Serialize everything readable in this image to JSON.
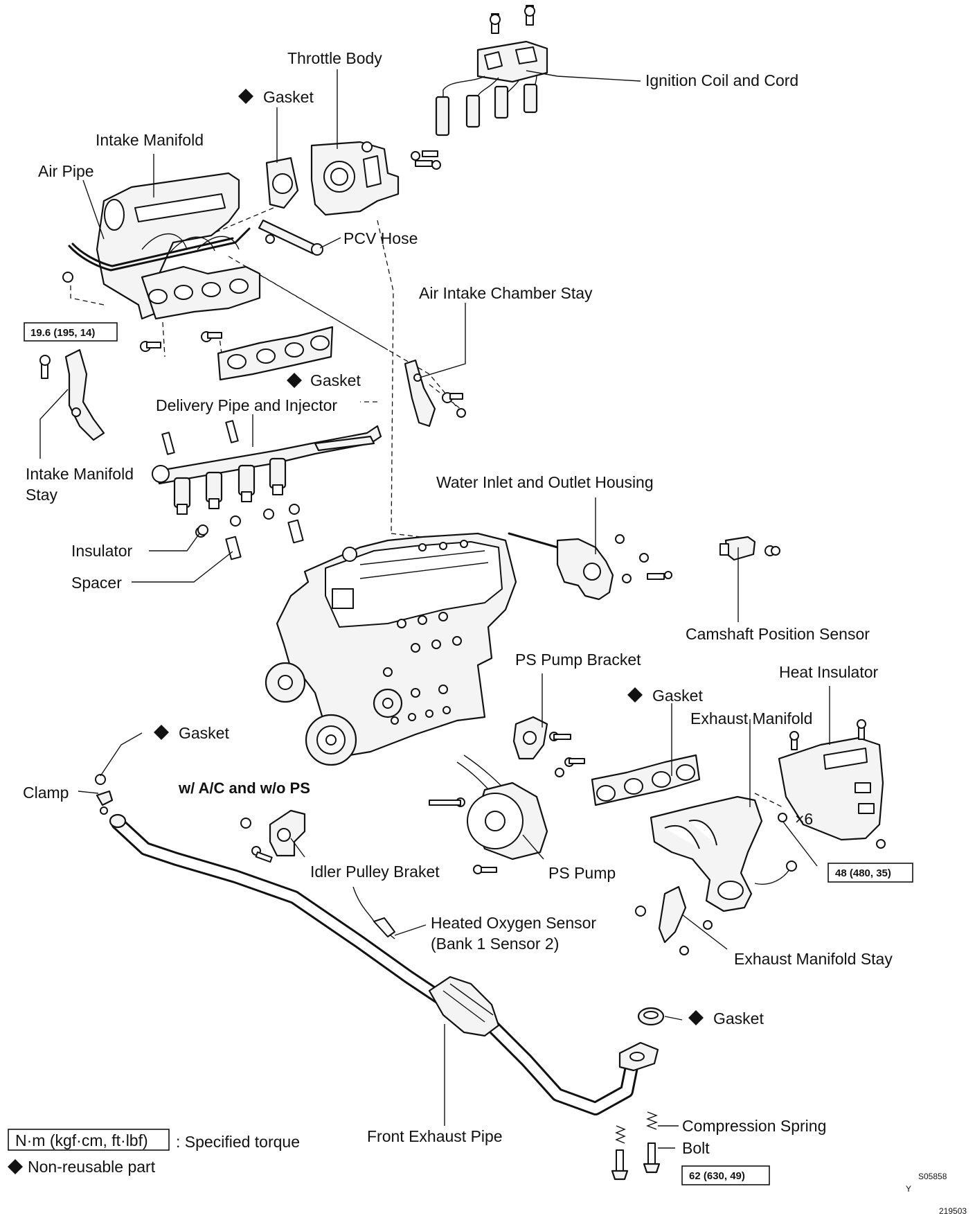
{
  "labels": {
    "throttle_body": "Throttle Body",
    "ignition_coil": "Ignition Coil and Cord",
    "gasket": "Gasket",
    "intake_manifold": "Intake Manifold",
    "air_pipe": "Air Pipe",
    "pcv_hose": "PCV Hose",
    "air_intake_chamber_stay": "Air Intake Chamber Stay",
    "delivery_pipe": "Delivery Pipe and Injector",
    "intake_manifold_stay_1": "Intake Manifold",
    "intake_manifold_stay_2": "Stay",
    "insulator": "Insulator",
    "spacer": "Spacer",
    "water_housing": "Water Inlet and Outlet Housing",
    "camshaft_sensor": "Camshaft Position Sensor",
    "ps_pump_bracket": "PS Pump Bracket",
    "heat_insulator": "Heat Insulator",
    "exhaust_manifold": "Exhaust Manifold",
    "clamp": "Clamp",
    "wac_wops": "w/ A/C and w/o PS",
    "idler_pulley": "Idler Pulley Braket",
    "ps_pump": "PS Pump",
    "oxygen_sensor_1": "Heated Oxygen Sensor",
    "oxygen_sensor_2": "(Bank 1 Sensor 2)",
    "exhaust_manifold_stay": "Exhaust Manifold Stay",
    "compression_spring": "Compression Spring",
    "bolt": "Bolt",
    "front_exhaust_pipe": "Front Exhaust Pipe",
    "times_six": "×6"
  },
  "torques": {
    "intake": "19.6 (195, 14)",
    "exhaust_manifold": "48 (480, 35)",
    "front_pipe": "62 (630, 49)"
  },
  "legend": {
    "torque_box": "N·m (kgf·cm, ft·lbf)",
    "torque_text": ": Specified torque",
    "nonreusable_text": "Non-reusable part"
  },
  "codes": {
    "figure": "S05858",
    "corner": "219503",
    "mark": "Y"
  }
}
